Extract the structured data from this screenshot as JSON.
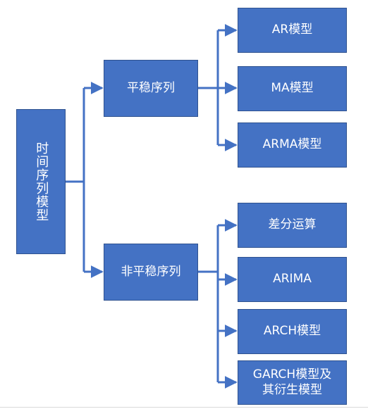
{
  "diagram": {
    "root": {
      "label": "时间序列模型"
    },
    "stationary": {
      "label": "平稳序列",
      "children": [
        "AR模型",
        "MA模型",
        "ARMA模型"
      ]
    },
    "nonstationary": {
      "label": "非平稳序列",
      "children": [
        "差分运算",
        "ARIMA",
        "ARCH模型",
        "GARCH模型及\n其衍生模型"
      ]
    }
  },
  "colors": {
    "box_fill": "#4472c4",
    "box_border": "#2f528f",
    "connector": "#4472c4",
    "text": "#ffffff"
  }
}
